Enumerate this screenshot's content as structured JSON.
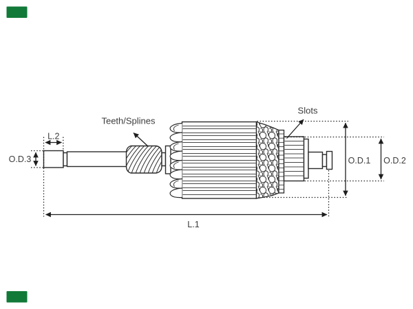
{
  "canvas": {
    "background": "#ffffff",
    "line_color": "#2a2a2a",
    "text_color": "#3c3c3c"
  },
  "brand": {
    "green": "#117a38"
  },
  "diagram": {
    "labels": {
      "teeth_splines": "Teeth/Splines",
      "slots": "Slots",
      "l2": "L.2",
      "od3": "O.D.3",
      "od1": "O.D.1",
      "od2": "O.D.2",
      "l1": "L.1"
    }
  }
}
